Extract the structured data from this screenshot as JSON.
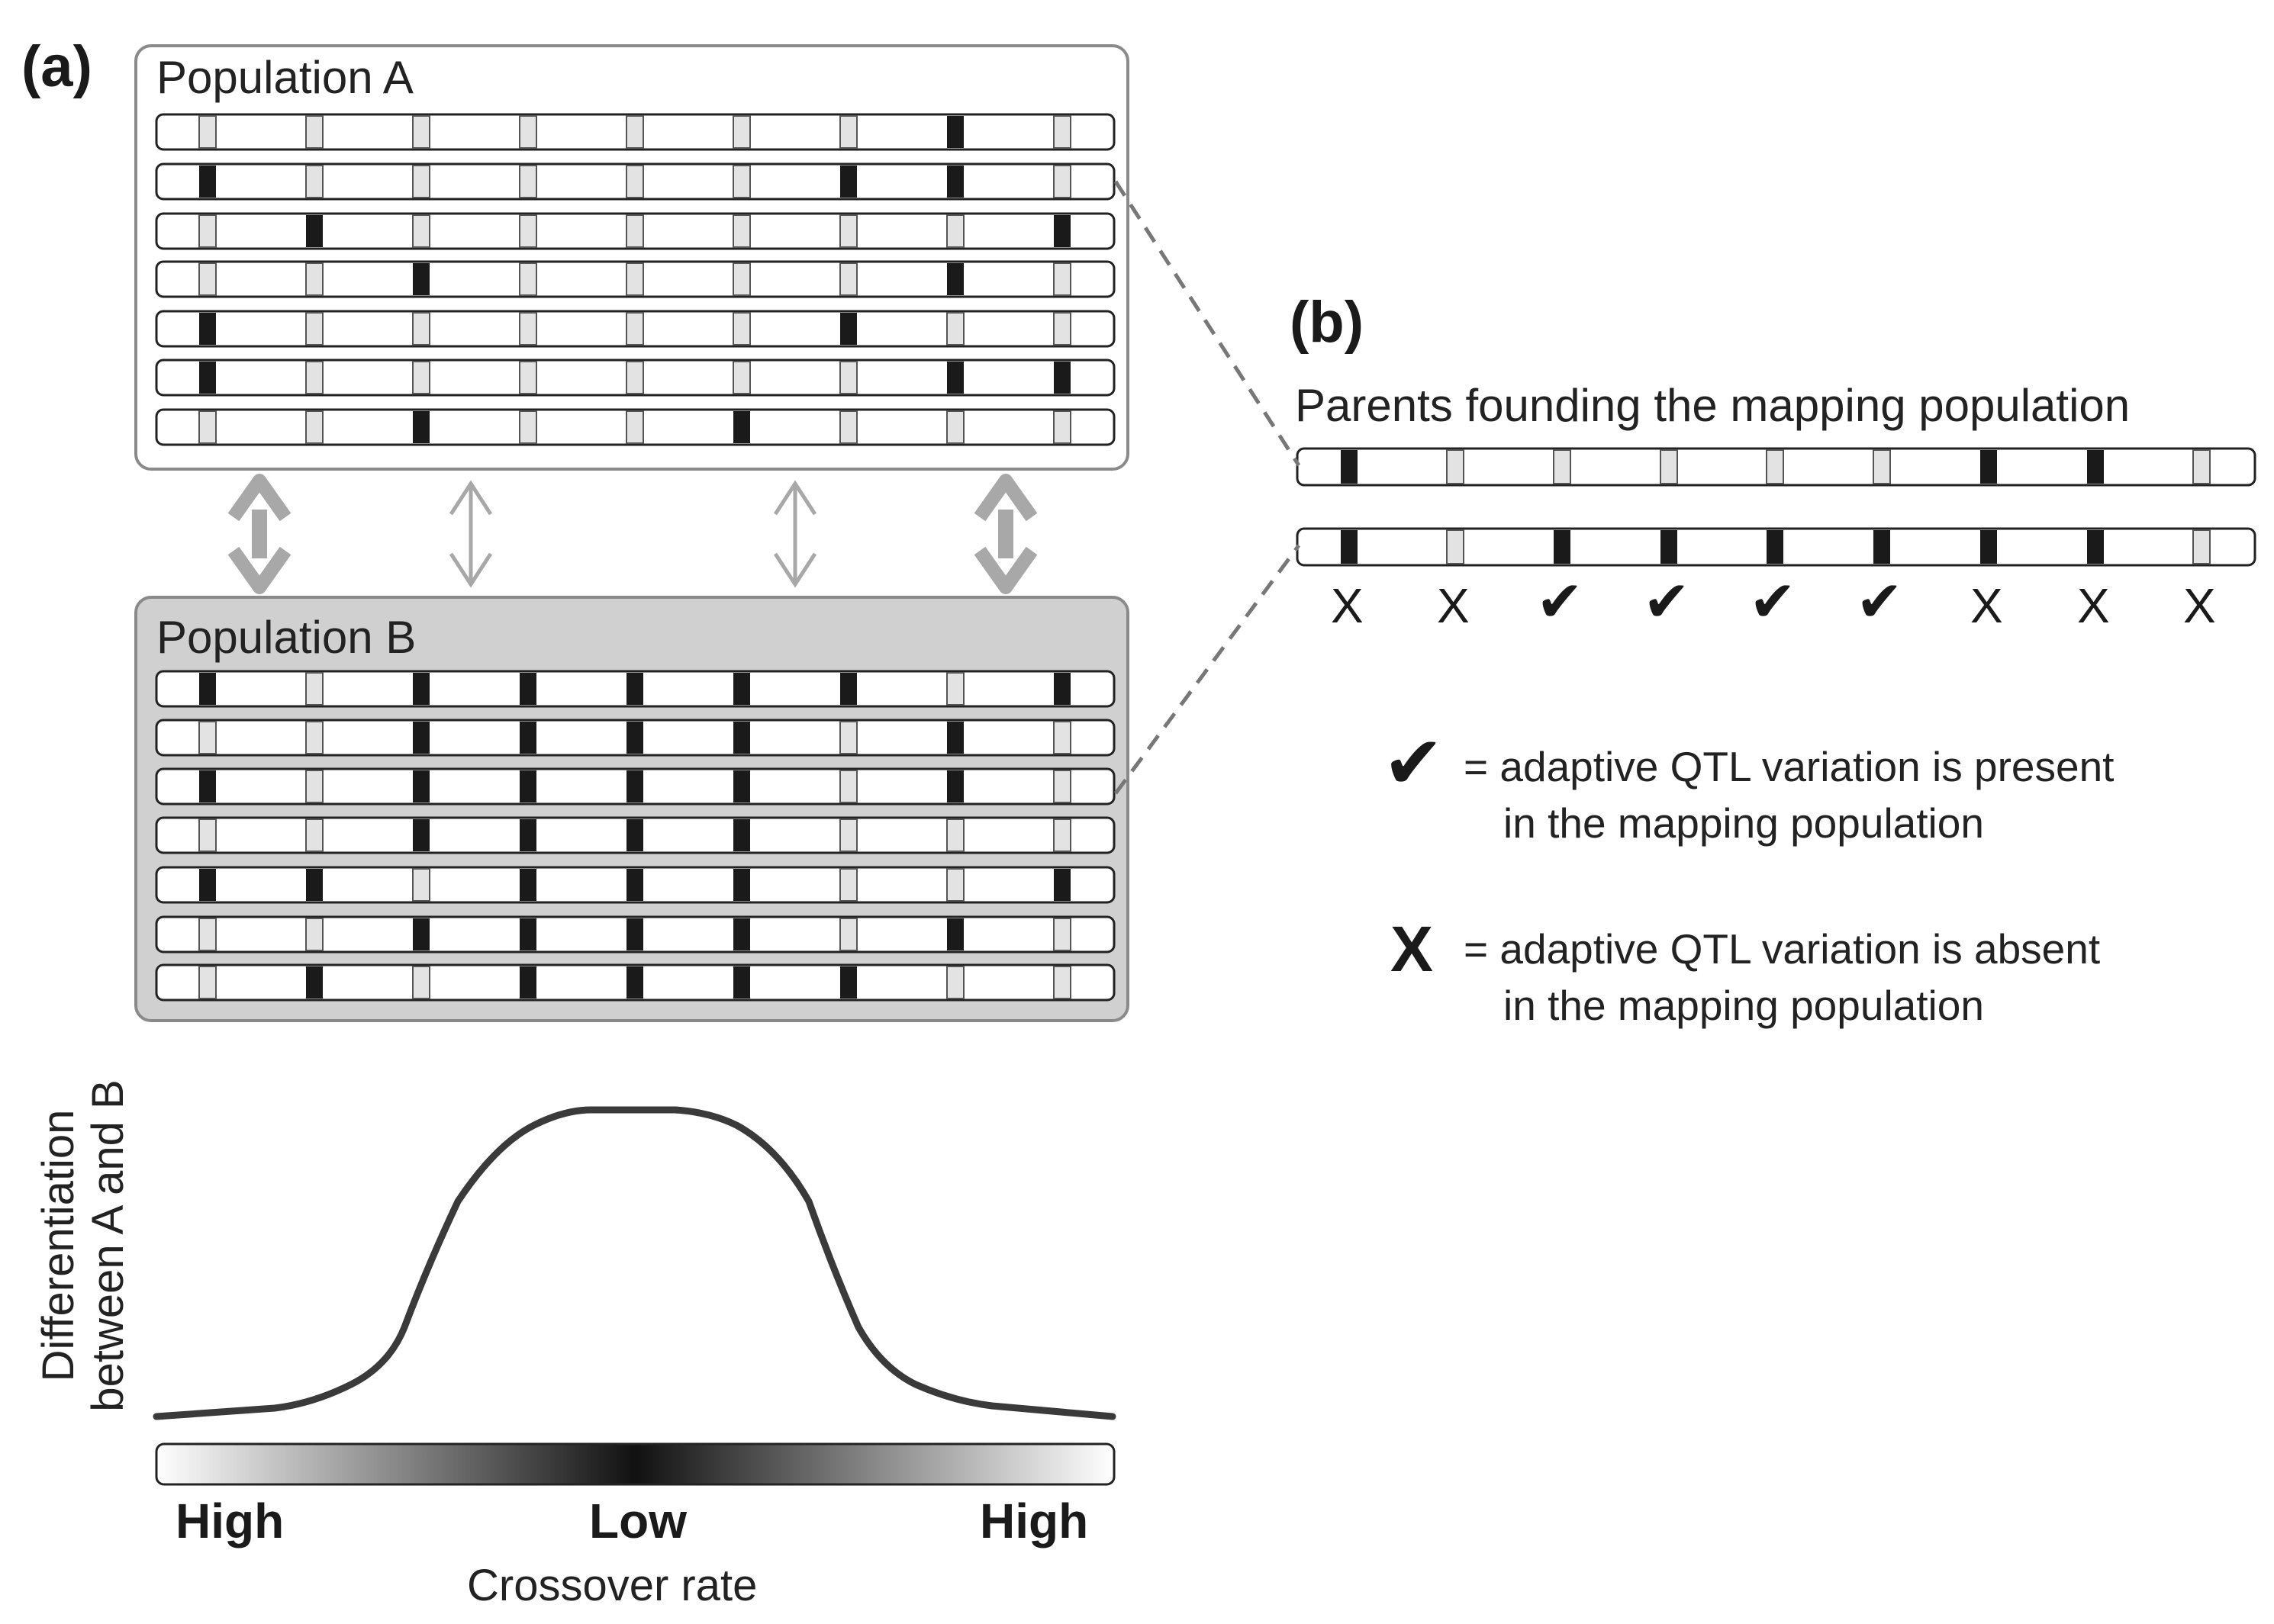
{
  "panels": {
    "a": "(a)",
    "b": "(b)"
  },
  "population_a": {
    "title": "Population A",
    "rows": [
      [
        0,
        0,
        0,
        0,
        0,
        0,
        0,
        1,
        0
      ],
      [
        1,
        0,
        0,
        0,
        0,
        0,
        1,
        1,
        0
      ],
      [
        0,
        1,
        0,
        0,
        0,
        0,
        0,
        0,
        1
      ],
      [
        0,
        0,
        1,
        0,
        0,
        0,
        0,
        1,
        0
      ],
      [
        1,
        0,
        0,
        0,
        0,
        0,
        1,
        0,
        0
      ],
      [
        1,
        0,
        0,
        0,
        0,
        0,
        0,
        1,
        1
      ],
      [
        0,
        0,
        1,
        0,
        0,
        1,
        0,
        0,
        0
      ]
    ]
  },
  "population_b": {
    "title": "Population B",
    "rows": [
      [
        1,
        0,
        1,
        1,
        1,
        1,
        1,
        0,
        1
      ],
      [
        0,
        0,
        1,
        1,
        1,
        1,
        0,
        1,
        0
      ],
      [
        1,
        0,
        1,
        1,
        1,
        1,
        0,
        1,
        0
      ],
      [
        0,
        0,
        1,
        1,
        1,
        1,
        0,
        0,
        0
      ],
      [
        1,
        1,
        0,
        1,
        1,
        1,
        0,
        0,
        1
      ],
      [
        0,
        0,
        1,
        1,
        1,
        1,
        0,
        1,
        0
      ],
      [
        0,
        1,
        0,
        1,
        1,
        1,
        1,
        0,
        0
      ]
    ]
  },
  "gene_flow_arrows": [
    "thick",
    "thin",
    "thin",
    "thick"
  ],
  "differentiation_curve": {
    "ylabel": [
      "Differentiation",
      "between A and B"
    ],
    "xlabel": "Crossover rate",
    "tick_labels": [
      "High",
      "Low",
      "High"
    ],
    "gradient": [
      "#ffffff",
      "#111111",
      "#ffffff"
    ]
  },
  "parents": {
    "title": "Parents founding the mapping population",
    "parent1": [
      1,
      0,
      0,
      0,
      0,
      0,
      1,
      1,
      0
    ],
    "parent2": [
      1,
      0,
      1,
      1,
      1,
      1,
      1,
      1,
      0
    ],
    "marks": [
      "x",
      "x",
      "check",
      "check",
      "check",
      "check",
      "x",
      "x",
      "x"
    ],
    "x_glyph": "X",
    "check_glyph": "✔"
  },
  "legend": [
    {
      "symbol": "check",
      "line1": "= adaptive QTL variation is present",
      "line2": "in the mapping population"
    },
    {
      "symbol": "x",
      "line1": "= adaptive QTL variation is absent",
      "line2": "in the mapping population"
    }
  ],
  "colors": {
    "dark_marker": "#1a1a1a",
    "light_marker": "#e3e3e3",
    "pop_b_fill": "#d0d0d0",
    "arrow": "#a8a8a8",
    "curve": "#3a3a3a",
    "dashed": "#777777"
  }
}
